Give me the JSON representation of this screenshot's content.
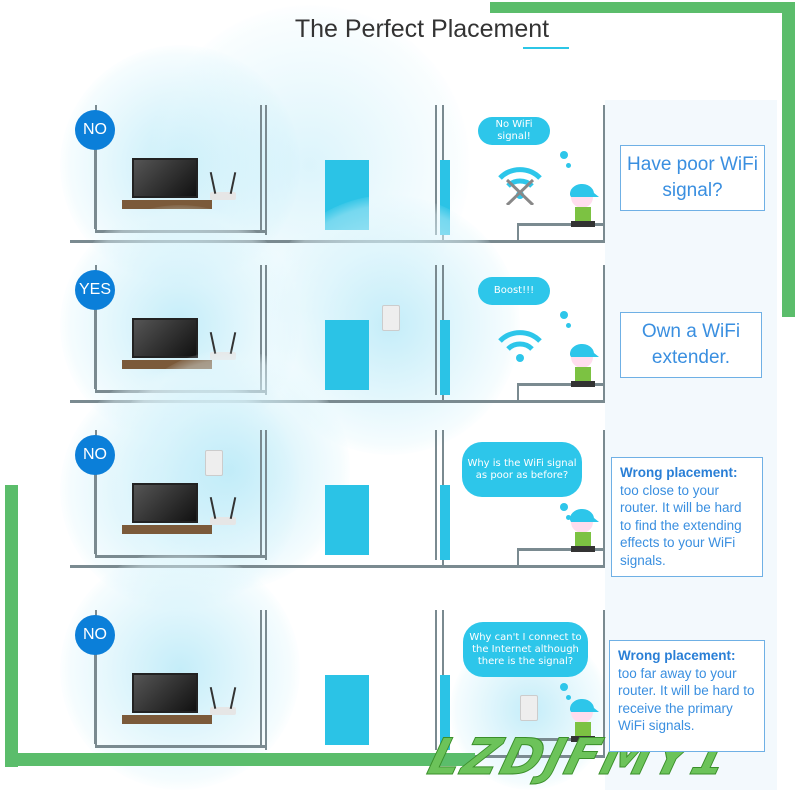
{
  "title": "The Perfect Placement",
  "colors": {
    "accent": "#2cc6e6",
    "badge": "#0b7fd9",
    "frame": "#5bbd6b",
    "text_blue": "#3a8fe0"
  },
  "rows": [
    {
      "badge": "NO",
      "bubble": "No WiFi signal!",
      "caption": "Have poor WiFi signal?",
      "wifi_icon": "wifi-crossed-icon"
    },
    {
      "badge": "YES",
      "bubble": "Boost!!!",
      "caption": "Own a WiFi extender.",
      "wifi_icon": "wifi-icon"
    },
    {
      "badge": "NO",
      "bubble": "Why is the WiFi signal as poor as before?",
      "caption_title": "Wrong placement:",
      "caption": "too close to your router. It will be hard to find the extending effects to your WiFi signals."
    },
    {
      "badge": "NO",
      "bubble": "Why can't I connect to the Internet although there is the signal?",
      "caption_title": "Wrong placement:",
      "caption": "too far away to your router. It will be hard to receive the primary WiFi signals."
    }
  ],
  "watermark": "LZDJFMY1"
}
